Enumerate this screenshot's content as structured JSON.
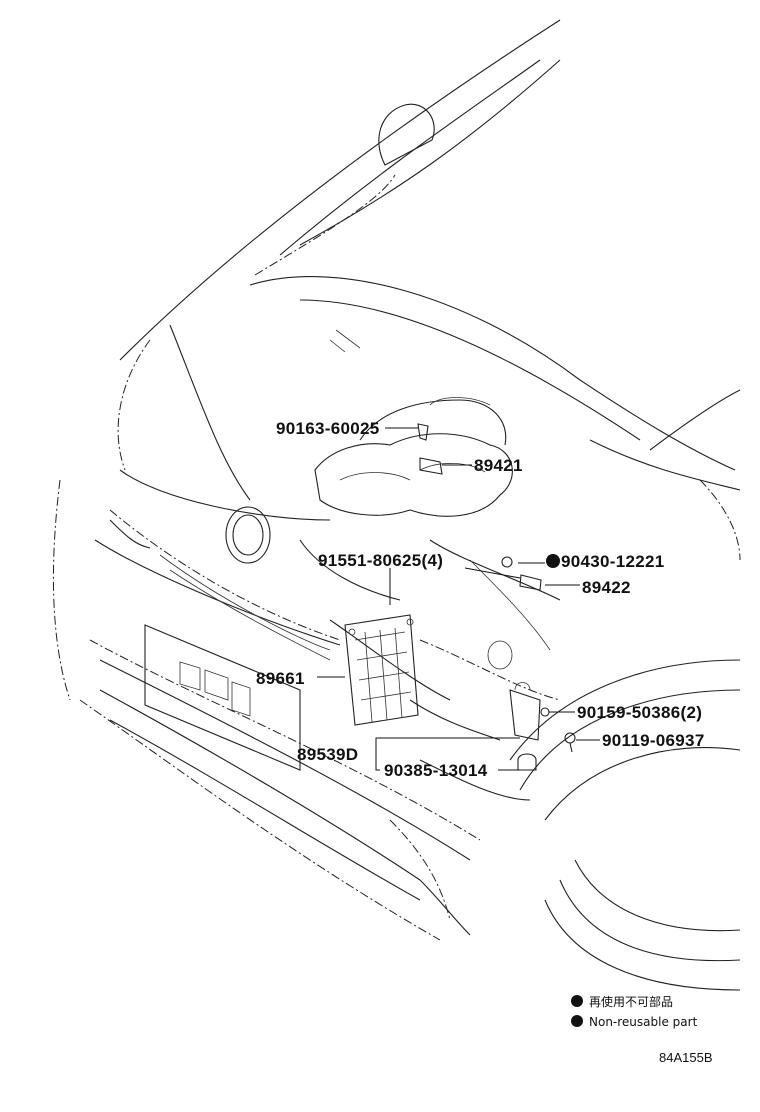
{
  "parts": {
    "p1": "90163-60025",
    "p2": "89421",
    "p3": "91551-80625(4)",
    "p4": "90430-12221",
    "p5": "89422",
    "p6": "89661",
    "p7": "90159-50386(2)",
    "p8": "90119-06937",
    "p9": "89539D",
    "p10": "90385-13014"
  },
  "legend": {
    "line_jp": "再使用不可部品",
    "line_en": "Non-reusable part"
  },
  "diagram_code": "84A155B"
}
